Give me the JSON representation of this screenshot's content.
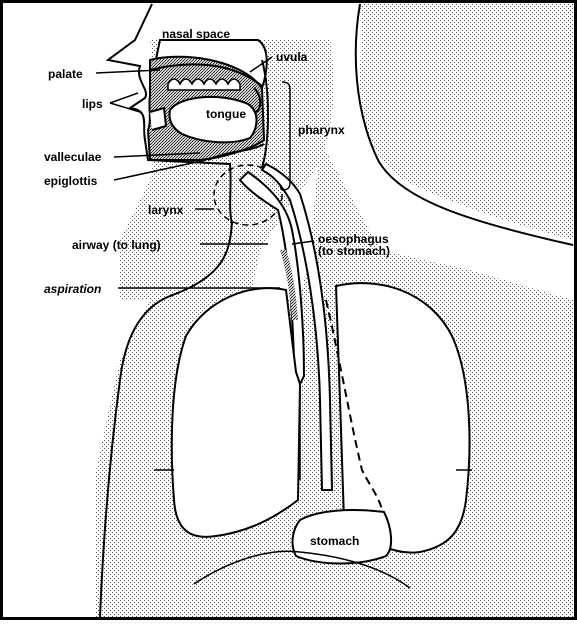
{
  "labels": {
    "nasal_space": "nasal space",
    "uvula": "uvula",
    "palate": "palate",
    "lips": "lips",
    "tongue": "tongue",
    "pharynx": "pharynx",
    "valleculae": "valleculae",
    "epiglottis": "epiglottis",
    "larynx": "larynx",
    "airway": "airway (to lung)",
    "oesophagus_line1": "oesophagus",
    "oesophagus_line2": "(to stomach)",
    "aspiration": "aspiration",
    "stomach": "stomach"
  },
  "colors": {
    "ink": "#000000",
    "paper": "#ffffff",
    "stipple": "#9a9a9a"
  }
}
